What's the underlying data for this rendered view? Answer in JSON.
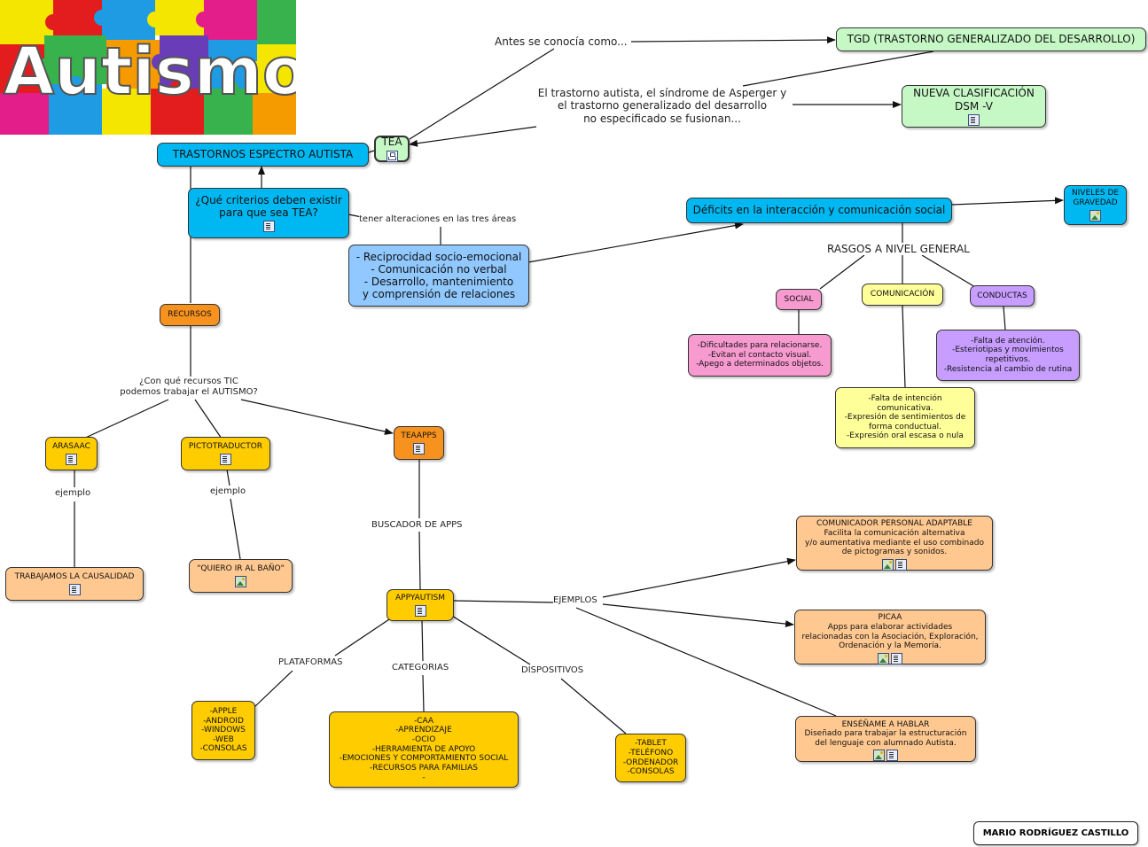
{
  "title": "Autismo",
  "author": "MARIO RODRÍGUEZ CASTILLO",
  "colors": {
    "blue": "#00b8f1",
    "green": "#c6f8c6",
    "lightblue": "#90c8ff",
    "orange": "#f7921e",
    "yellow": "#ffcc00",
    "peach": "#ffc890",
    "pink": "#f79ad0",
    "lightyellow": "#ffff99",
    "purple": "#c79dff",
    "line": "#111111"
  },
  "nodes": {
    "tea": {
      "text": "TEA",
      "icons": [
        "map-icon"
      ]
    },
    "tgd": {
      "text": "TGD (TRASTORNO GENERALIZADO DEL DESARROLLO)",
      "icons": []
    },
    "nueva": {
      "text": "NUEVA CLASIFICACIÓN\nDSM -V",
      "icons": [
        "document-icon"
      ]
    },
    "tea_full": {
      "text": "TRASTORNOS ESPECTRO AUTISTA",
      "icons": []
    },
    "criterios": {
      "text": "¿Qué criterios deben existir\npara que sea TEA?",
      "icons": [
        "document-icon"
      ]
    },
    "areas": {
      "text": "- Reciprocidad socio-emocional\n- Comunicación no verbal\n- Desarrollo, mantenimiento\ny comprensión de relaciones",
      "icons": []
    },
    "deficits": {
      "text": "Déficits en la interacción y comunicación social",
      "icons": []
    },
    "niveles": {
      "text": "NIVELES DE\nGRAVEDAD",
      "icons": [
        "image-icon"
      ]
    },
    "social": {
      "text": "SOCIAL",
      "icons": []
    },
    "comunicacion": {
      "text": "COMUNICACIÓN",
      "icons": []
    },
    "conductas": {
      "text": "CONDUCTAS",
      "icons": []
    },
    "social_desc": {
      "text": "-Dificultades para relacionarse.\n-Evitan el contacto visual.\n-Apego a determinados objetos.",
      "icons": []
    },
    "comunicacion_desc": {
      "text": "-Falta de intención\ncomunicativa.\n-Expresión de sentimientos de\nforma conductual.\n-Expresión oral escasa o nula",
      "icons": []
    },
    "conductas_desc": {
      "text": "-Falta de atención.\n-Esteriotipas y movimientos\nrepetitivos.\n-Resistencia al cambio de rutina",
      "icons": []
    },
    "recursos": {
      "text": "RECURSOS",
      "icons": []
    },
    "arasaac": {
      "text": "ARASAAC",
      "icons": [
        "document-icon"
      ]
    },
    "pictotraductor": {
      "text": "PICTOTRADUCTOR",
      "icons": [
        "document-icon"
      ]
    },
    "teaapps": {
      "text": "TEAAPPS",
      "icons": [
        "document-icon"
      ]
    },
    "causalidad": {
      "text": "TRABAJAMOS LA CAUSALIDAD",
      "icons": [
        "document-icon"
      ]
    },
    "bano": {
      "text": "\"QUIERO IR AL BAÑO\"",
      "icons": [
        "image-icon"
      ]
    },
    "appyautism": {
      "text": "APPYAUTISM",
      "icons": [
        "document-icon"
      ]
    },
    "plataformas_list": {
      "text": "-APPLE\n-ANDROID\n-WINDOWS\n-WEB\n-CONSOLAS",
      "icons": []
    },
    "categorias_list": {
      "text": "-CAA\n-APRENDIZAJE\n-OCIO\n-HERRAMIENTA DE APOYO\n-EMOCIONES Y COMPORTAMIENTO SOCIAL\n-RECURSOS PARA FAMILIAS\n-",
      "icons": []
    },
    "dispositivos_list": {
      "text": "-TABLET\n-TELÉFONO\n-ORDENADOR\n-CONSOLAS",
      "icons": []
    },
    "comunicador": {
      "text": "COMUNICADOR PERSONAL ADAPTABLE\nFacilita la comunicación alternativa\ny/o aumentativa mediante el uso combinado\nde pictogramas y sonidos.",
      "icons": [
        "image-icon",
        "document-icon"
      ]
    },
    "picaa": {
      "text": "PICAA\nApps para elaborar actividades\nrelacionadas con la Asociación, Exploración,\nOrdenación y la Memoria.",
      "icons": [
        "image-icon",
        "document-icon"
      ]
    },
    "ensename": {
      "text": "ENSÉÑAME A HABLAR\nDiseñado para trabajar la estructuración\ndel lenguaje con alumnado Autista.",
      "icons": [
        "image-icon",
        "document-icon"
      ]
    }
  },
  "labels": {
    "antes": "Antes se conocía como...",
    "fusion": "El trastorno autista, el síndrome de Asperger y\nel trastorno generalizado del desarrollo\nno especificado se fusionan...",
    "tres_areas": "tener alteraciones en las tres áreas",
    "rasgos": "RASGOS A NIVEL GENERAL",
    "tic": "¿Con qué recursos TIC\npodemos trabajar el AUTISMO?",
    "ejemplo1": "ejemplo",
    "ejemplo2": "ejemplo",
    "buscador": "BUSCADOR DE APPS",
    "plataformas": "PLATAFORMAS",
    "categorias": "CATEGORIAS",
    "dispositivos": "DISPOSITIVOS",
    "ejemplos": "EJEMPLOS"
  }
}
